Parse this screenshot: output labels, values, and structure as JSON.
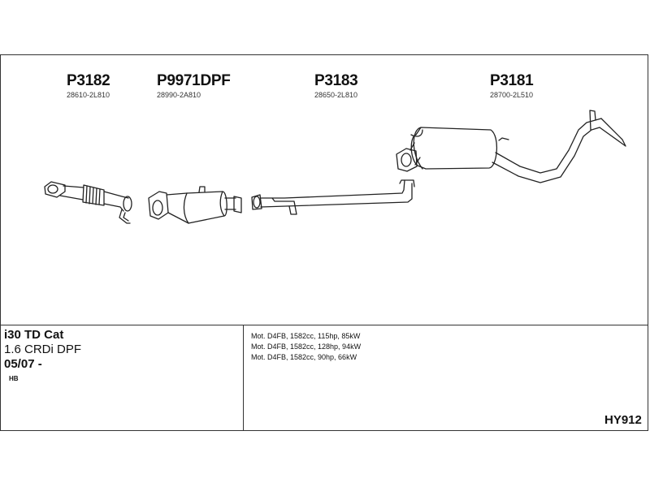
{
  "parts": [
    {
      "code": "P3182",
      "oe": "28610-2L810"
    },
    {
      "code": "P9971DPF",
      "oe": "28990-2A810"
    },
    {
      "code": "P3183",
      "oe": "28650-2L810"
    },
    {
      "code": "P3181",
      "oe": "28700-2L510"
    }
  ],
  "vehicle": {
    "model": "i30 TD Cat",
    "engine": "1.6 CRDi DPF",
    "date": "05/07 -",
    "body": "HB"
  },
  "motors": [
    "Mot. D4FB, 1582cc, 115hp, 85kW",
    "Mot. D4FB, 1582cc, 128hp, 94kW",
    "Mot. D4FB, 1582cc, 90hp, 66kW"
  ],
  "reference": "HY912"
}
